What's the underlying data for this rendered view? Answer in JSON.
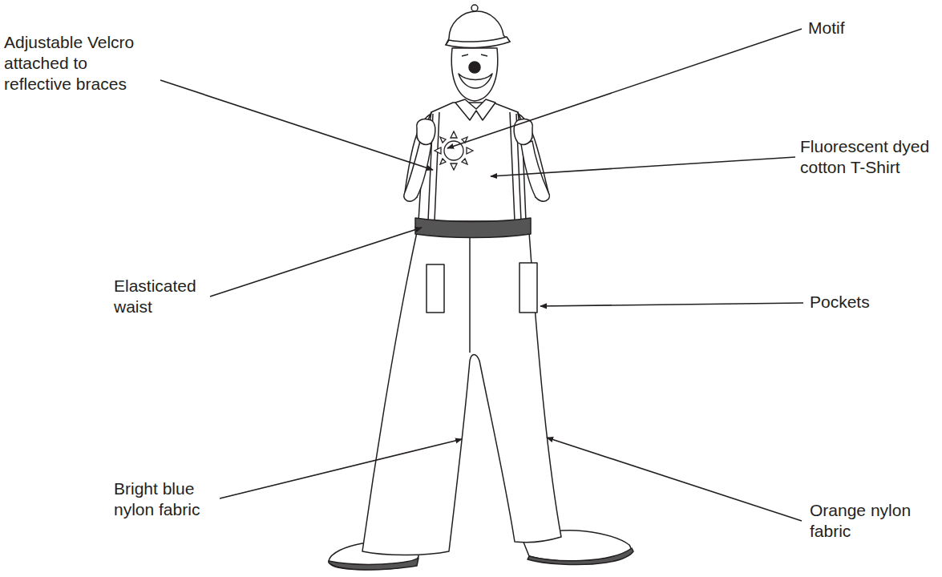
{
  "diagram": {
    "labels": [
      "Adjustable Velcro attached to reflective braces",
      "Motif",
      "Fluorescent dyed cotton T-Shirt",
      "Elasticated waist",
      "Pockets",
      "Bright blue nylon fabric",
      "Orange nylon fabric"
    ]
  }
}
